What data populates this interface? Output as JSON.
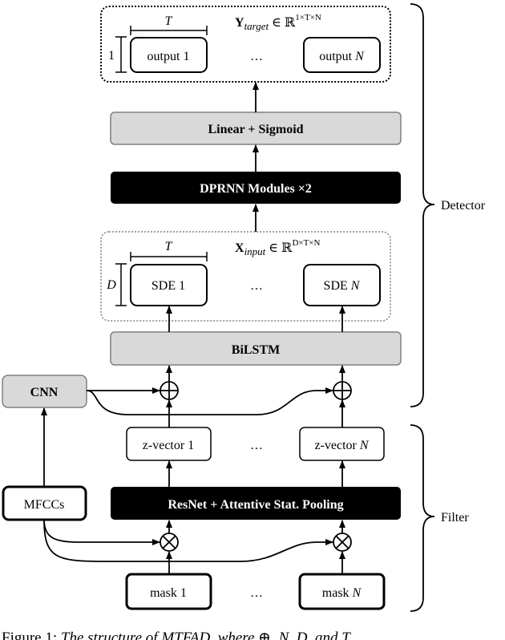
{
  "output_box": {
    "T_label": "T",
    "height_label": "1",
    "item_first": "output 1",
    "ellipsis": "…",
    "item_last_prefix": "output ",
    "item_last_var": "N",
    "formula_var": "Y",
    "formula_sub": "target",
    "formula_rel": " ∈ ℝ",
    "formula_sup": "1×T×N"
  },
  "linear_block": {
    "label": "Linear + Sigmoid"
  },
  "dprnn_block": {
    "label": "DPRNN Modules ×2"
  },
  "input_box": {
    "T_label": "T",
    "height_label": "D",
    "item_first": "SDE 1",
    "ellipsis": "…",
    "item_last_prefix": "SDE ",
    "item_last_var": "N",
    "formula_var": "X",
    "formula_sub": "input",
    "formula_rel": " ∈ ℝ",
    "formula_sup": "D×T×N"
  },
  "bilstm_block": {
    "label": "BiLSTM"
  },
  "cnn_block": {
    "label": "CNN"
  },
  "zvec": {
    "first": "z-vector 1",
    "ellipsis": "…",
    "last_prefix": "z-vector ",
    "last_var": "N"
  },
  "mfcc_block": {
    "label": "MFCCs"
  },
  "resnet_block": {
    "label": "ResNet + Attentive Stat. Pooling"
  },
  "mask": {
    "first": "mask 1",
    "ellipsis": "…",
    "last_prefix": "mask ",
    "last_var": "N"
  },
  "groups": {
    "detector": "Detector",
    "filter": "Filter"
  },
  "caption": {
    "prefix": "Figure 1: ",
    "body": "The structure of MTFAD, where ⊕, N, D, and T"
  }
}
